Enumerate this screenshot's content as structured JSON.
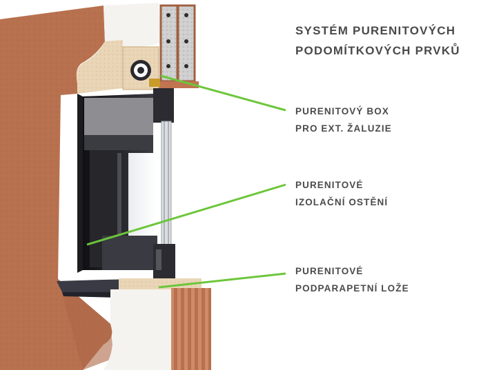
{
  "title": {
    "line1": "SYSTÉM PURENITOVÝCH",
    "line2": "PODOMÍTKOVÝCH PRVKŮ"
  },
  "callouts": [
    {
      "line1": "PURENITOVÝ BOX",
      "line2": "PRO EXT. ŽALUZIE"
    },
    {
      "line1": "PURENITOVÉ",
      "line2": "IZOLAČNÍ OSTĚNÍ"
    },
    {
      "line1": "PURENITOVÉ",
      "line2": "PODPARAPETNÍ LOŽE"
    }
  ],
  "colors": {
    "leader_line": "#6cc63a",
    "text": "#4a4a4a",
    "wall_brick": "#b8714e",
    "insulation": "#f2f2ef",
    "purenit": "#e9d5b6",
    "window_frame": "#2b2b31"
  }
}
